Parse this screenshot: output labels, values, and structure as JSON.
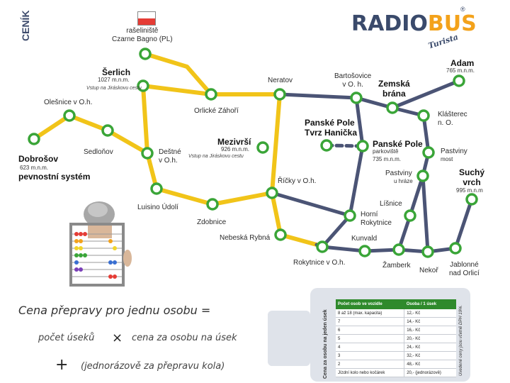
{
  "logo": {
    "word_radio": "RADIO",
    "word_bus": "BUS",
    "subtitle": "Turista",
    "registered": "®"
  },
  "colors": {
    "yellow_line": "#f1c419",
    "blue_line": "#4b5475",
    "stop_green": "#3aa538",
    "panel": "#dfe3ea",
    "table_header": "#2f8a2c"
  },
  "stops": [
    {
      "id": "raseliniste",
      "name": "rašeliniště\nCzarne Bagno (PL)"
    },
    {
      "id": "serlich",
      "name": "Šerlich",
      "info": "1027 m.n.m.",
      "note": "Vstup na Jiráskovu cestu"
    },
    {
      "id": "olesnice",
      "name": "Olešnice v O.h."
    },
    {
      "id": "dobrosov",
      "name": "Dobrošov",
      "info": "623 m.n.m.",
      "extra": "pevnostní systém"
    },
    {
      "id": "sedlonov",
      "name": "Sedloňov"
    },
    {
      "id": "destne",
      "name": "Deštné\nv O.h."
    },
    {
      "id": "orlicke_zahori",
      "name": "Orlické Záhoří"
    },
    {
      "id": "neratov",
      "name": "Neratov"
    },
    {
      "id": "mezivrsi",
      "name": "Mezivrší",
      "info": "926 m.n.m.",
      "note": "Vstup na Jiráskovu cestu"
    },
    {
      "id": "luisino",
      "name": "Luisino Údolí"
    },
    {
      "id": "zdobnice",
      "name": "Zdobnice"
    },
    {
      "id": "ricky",
      "name": "Říčky v O.h."
    },
    {
      "id": "nebeska",
      "name": "Nebeská Rybná"
    },
    {
      "id": "bartosovice",
      "name": "Bartošovice\nv O. h."
    },
    {
      "id": "zemska",
      "name": "Zemská\nbrána"
    },
    {
      "id": "adam",
      "name": "Adam",
      "info": "765 m.n.m."
    },
    {
      "id": "klasterec",
      "name": "Klášterec\nn. O."
    },
    {
      "id": "panske_tvrz",
      "name": "Panské Pole\nTvrz Hanička"
    },
    {
      "id": "panske_park",
      "name": "Panské Pole",
      "info": "parkoviště",
      "extra": "735 m.n.m."
    },
    {
      "id": "pastviny_most",
      "name": "Pastviny",
      "info": "most"
    },
    {
      "id": "pastviny_hraz",
      "name": "Pastviny",
      "info": "u hráze"
    },
    {
      "id": "suchy",
      "name": "Suchý\nvrch",
      "info": "995 m.n.m"
    },
    {
      "id": "lisnice",
      "name": "Líšnice"
    },
    {
      "id": "horni",
      "name": "Horní\nRokytnice"
    },
    {
      "id": "kunvald",
      "name": "Kunvald"
    },
    {
      "id": "rokytnice_ch",
      "name": "Rokytnice v O.h."
    },
    {
      "id": "zamberk",
      "name": "Žamberk"
    },
    {
      "id": "nekor",
      "name": "Nekoř"
    },
    {
      "id": "jablonne",
      "name": "Jablonné\nnad Orlicí"
    }
  ],
  "formula": {
    "title": "Cena přepravy pro jednu osobu =",
    "left": "počet úseků",
    "times": "×",
    "right": "cena za osobu na úsek",
    "plus": "+",
    "bike": "(jednorázově za přepravu kola)"
  },
  "cenik": {
    "title": "CENÍK",
    "side_left": "Cena za osobu na jeden úsek",
    "side_right": "Uvedené ceny jsou včetně DPH 19%.",
    "headers": [
      "Počet osob ve vozidle",
      "Osoba / 1 úsek"
    ],
    "rows": [
      [
        "8 až 18 (max. kapacita)",
        "12,- Kč"
      ],
      [
        "7",
        "14,- Kč"
      ],
      [
        "6",
        "16,- Kč"
      ],
      [
        "5",
        "20,- Kč"
      ],
      [
        "4",
        "24,- Kč"
      ],
      [
        "3",
        "32,- Kč"
      ],
      [
        "2",
        "48,- Kč"
      ],
      [
        "Jízdní kolo nebo kočárek",
        "20,- (jednorázově)"
      ]
    ]
  }
}
